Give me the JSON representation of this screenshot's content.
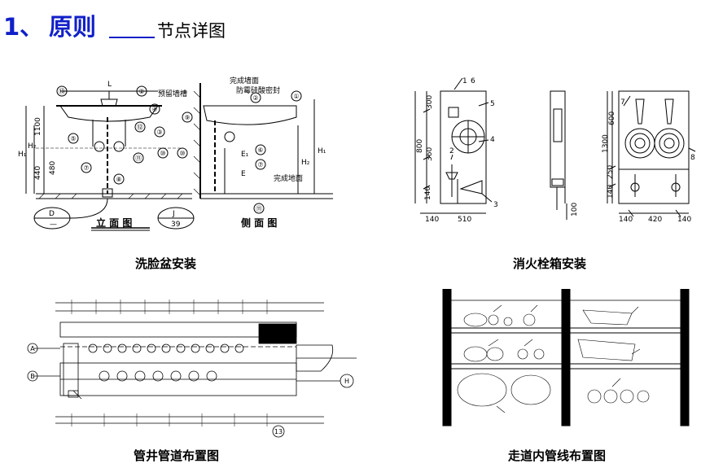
{
  "header": {
    "number": "1、",
    "word": "原则",
    "subtitle": "节点详图"
  },
  "panels": [
    {
      "caption": "洗脸盆安装",
      "front_label": "立  面  图",
      "side_label": "侧  面  图",
      "callouts": [
        "①",
        "②",
        "③",
        "④",
        "⑤",
        "⑥",
        "⑦",
        "⑧",
        "⑨",
        "⑩",
        "⑪",
        "⑫",
        "⑬"
      ],
      "annotations": [
        "预留墙槽",
        "完成墙面",
        "防霉硅酸密封",
        "完成地面"
      ],
      "dims": [
        "L",
        "H₁",
        "H₂",
        "1100",
        "440",
        "480",
        "E₁",
        "E"
      ],
      "refs": [
        "D",
        "—",
        "J",
        "39"
      ]
    },
    {
      "caption": "消火栓箱安装",
      "callouts": [
        "1",
        "6",
        "5",
        "4",
        "2",
        "3",
        "7",
        "8"
      ],
      "dims": [
        "300",
        "800",
        "360",
        "140",
        "140",
        "510",
        "100",
        "600",
        "1300",
        "250",
        "140",
        "420",
        "140"
      ]
    },
    {
      "caption": "管井管道布置图",
      "markers": [
        "A",
        "B",
        "H",
        "13"
      ]
    },
    {
      "caption": "走道内管线布置图"
    }
  ]
}
